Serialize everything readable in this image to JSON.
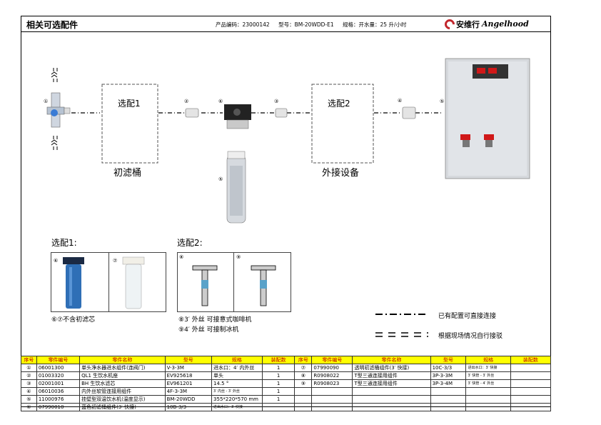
{
  "header": {
    "title": "相关可选配件",
    "product_code": "产品编码：23000142",
    "model": "型号：BM-20WDD-E1",
    "spec": "规格：开水量：25 升/小时",
    "logo_cn": "安维行",
    "logo_en": "Angelhood"
  },
  "diagram": {
    "option1_label": "选配1",
    "option2_label": "选配2",
    "prefilter_label": "初滤桶",
    "external_label": "外接设备",
    "markers": [
      "①",
      "②",
      "③",
      "④",
      "⑤",
      "⑥"
    ]
  },
  "options": {
    "opt1_title": "选配1:",
    "opt2_title": "选配2:",
    "opt1_note": "⑥⑦不含初滤芯",
    "opt2_note_a": "⑧3′ 外丝  可接意式咖啡机",
    "opt2_note_b": "⑨4′ 外丝  可接制冰机",
    "opt1_markers": [
      "⑥",
      "⑦"
    ],
    "opt2_markers": [
      "⑧",
      "⑨"
    ]
  },
  "legend": {
    "dashdot": "已有配置可直接连接",
    "double": "根据现场情况自行接驳"
  },
  "table": {
    "headers": [
      "序号",
      "零件编号",
      "零件名称",
      "型号",
      "规格",
      "装配数",
      "序号",
      "零件编号",
      "零件名称",
      "型号",
      "规格",
      "装配数"
    ],
    "rows": [
      [
        "①",
        "06001300",
        "单头净水器进水组件(连阀门)",
        "V-3-3M",
        "进水口：4′ 内外丝",
        "1",
        "⑦",
        "07990090",
        "透明初滤桶组件(3′ 快接)",
        "10C-3/3",
        "进出水口：3′ 快接",
        ""
      ],
      [
        "②",
        "01003320",
        "QL1 生饮水机座",
        "EV925618",
        "单头",
        "1",
        "⑧",
        "R0908022",
        "T型三通连接用组件",
        "3P-3-3M",
        "3′ 快管 - 3′ 外丝",
        ""
      ],
      [
        "③",
        "02001001",
        "BH 生饮水滤芯",
        "EV961201",
        "14.5 °",
        "1",
        "⑨",
        "R0908023",
        "T型三通连接用组件",
        "3P-3-4M",
        "3′ 快管 - 4′ 外丝",
        ""
      ],
      [
        "④",
        "06010036",
        "内外丝软管连接用组件",
        "4F-3-3M",
        "3′ 内丝 - 3′ 外丝",
        "1",
        "",
        "",
        "",
        "",
        "",
        ""
      ],
      [
        "⑤",
        "11000976",
        "挂壁型双温饮水机(温度显示)",
        "BM-20WDD",
        "355*220*570 mm",
        "1",
        "",
        "",
        "",
        "",
        "",
        ""
      ],
      [
        "⑥",
        "07990010",
        "蓝色初滤桶组件(3′ 快接)",
        "10B-3/3",
        "进出水口：3′ 快接",
        "",
        "",
        "",
        "",
        "",
        "",
        ""
      ]
    ]
  },
  "colors": {
    "header_bg": "#ffff00",
    "header_text": "#c00000",
    "brand_red": "#c2272d",
    "boiler_panel": "#d6d9dd",
    "display_red": "#d01818"
  }
}
